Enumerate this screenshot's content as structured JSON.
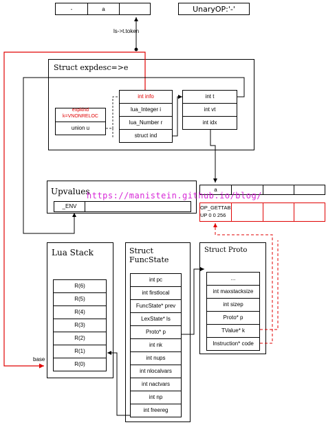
{
  "token_row": {
    "cells": [
      "-",
      "a",
      ""
    ],
    "unaryop": "UnaryOP:'-'",
    "ls_label": "ls->t.token"
  },
  "expdesc": {
    "title": "Struct expdesc=>e",
    "expkind_line1": "expkind",
    "expkind_line2": "k=VNONRELOC",
    "union_label": "union u",
    "union_fields": [
      "int info",
      "lua_Integer i",
      "lua_Number r",
      "struct ind"
    ],
    "ind_fields": [
      "int t",
      "int vt",
      "int idx"
    ]
  },
  "upvalues": {
    "title": "Upvalues",
    "env": "_ENV",
    "watermark": "https://manistein.github.io/blog/"
  },
  "code_array": {
    "top_cells": [
      "a",
      "",
      "",
      ""
    ],
    "op_line1": "OP_GETTAB",
    "op_line2": "UP 0 0 256"
  },
  "lua_stack": {
    "title": "Lua Stack",
    "slots": [
      "R(6)",
      "R(5)",
      "R(4)",
      "R(3)",
      "R(2)",
      "R(1)",
      "R(0)"
    ],
    "base_label": "base"
  },
  "funcstate": {
    "title_line1": "Struct",
    "title_line2": "FuncState",
    "fields": [
      "int pc",
      "int firstlocal",
      "FuncState* prev",
      "LexState* ls",
      "Proto* p",
      "int nk",
      "int nups",
      "int nlocalvars",
      "int nactvars",
      "int np",
      "int freereg"
    ]
  },
  "proto": {
    "title": "Struct Proto",
    "fields": [
      "...",
      "int maxstacksize",
      "int sizep",
      "Proto* p",
      "TValue* k",
      "Instruction* code"
    ]
  },
  "colors": {
    "accent": "#e00000",
    "watermark": "#d000d0"
  }
}
